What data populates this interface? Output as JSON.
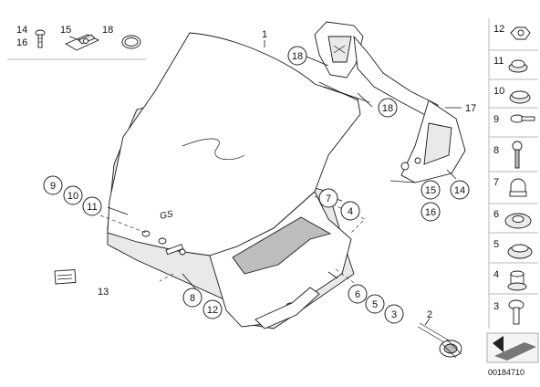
{
  "diagram": {
    "reference_code": "00184710",
    "callouts": {
      "c1": "1",
      "c2": "2",
      "c3": "3",
      "c4": "4",
      "c5": "5",
      "c6": "6",
      "c7": "7",
      "c8": "8",
      "c9": "9",
      "c10": "10",
      "c11": "11",
      "c12": "12",
      "c13": "13",
      "c14": "14",
      "c15": "15",
      "c16": "16",
      "c17": "17",
      "c18": "18"
    },
    "top_left_box": {
      "item_a_top": "14",
      "item_a_bottom": "16",
      "item_b": "15",
      "item_c": "18"
    },
    "right_column": [
      "12",
      "11",
      "10",
      "9",
      "8",
      "7",
      "6",
      "5",
      "4",
      "3"
    ],
    "windshield_logo": "GS"
  }
}
